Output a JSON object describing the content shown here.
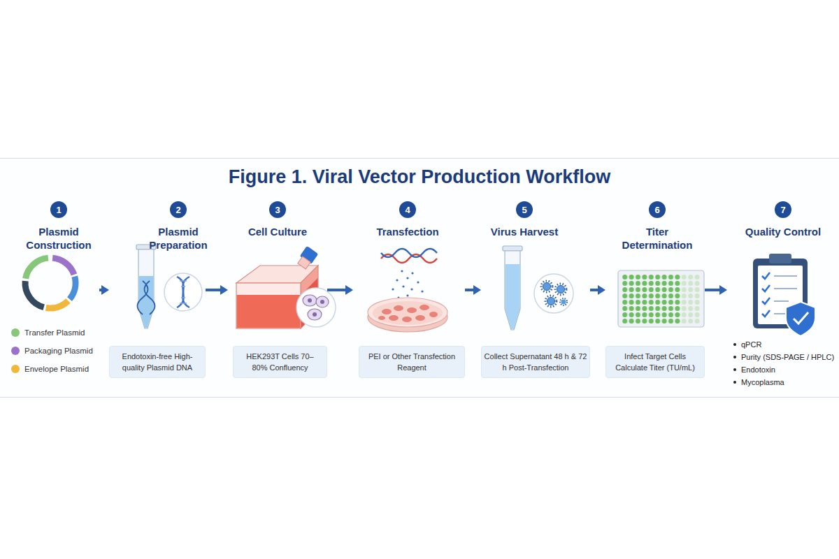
{
  "diagram": {
    "title": "Figure 1. Viral Vector Production Workflow",
    "nodes": [
      {
        "text": [
          "Plasmid Construction"
        ]
      },
      {
        "text": [
          "1"
        ],
        "in": 0
      },
      {
        "text": [
          "Plasmid Preparation"
        ]
      },
      {
        "text": [
          "2"
        ],
        "in": 2
      },
      {
        "text": [
          "Endotoxin-free High-quality Plasmid DNA"
        ],
        "in": 2
      },
      {
        "text": [
          "Cell Culture"
        ]
      },
      {
        "text": [
          "3"
        ],
        "in": 5
      },
      {
        "text": [
          "HEK293T Cells 70–80% Confluency"
        ],
        "in": 5
      },
      {
        "text": [
          "Transfection"
        ]
      },
      {
        "text": [
          "4"
        ],
        "in": 8
      },
      {
        "text": [
          "PEI or Other Transfection Reagent"
        ],
        "in": 8
      },
      {
        "text": [
          "Virus Harvest"
        ]
      },
      {
        "text": [
          "5"
        ],
        "in": 11
      },
      {
        "text": [
          "Collect Supernatant 48 h & 72 h Post-Transfection"
        ],
        "in": 11
      },
      {
        "text": [
          "Titer Determination"
        ]
      },
      {
        "text": [
          "6"
        ],
        "in": 14
      },
      {
        "text": [
          "Infect Target Cells Calculate Titer (TU/mL)"
        ],
        "in": 14
      },
      {
        "text": [
          "Quality Control",
          "qPCR",
          "Purity (SDS-PAGE / HPLC)",
          "Endotoxin",
          "Mycoplasma"
        ]
      },
      {
        "text": [
          "7"
        ],
        "in": 17
      }
    ],
    "edges": [
      {
        "from": 0,
        "to": 2,
        "arrow": "to"
      },
      {
        "from": 2,
        "to": 5,
        "arrow": "to"
      },
      {
        "from": 5,
        "to": 8,
        "arrow": "to"
      },
      {
        "from": 8,
        "to": 11,
        "arrow": "to"
      },
      {
        "from": 11,
        "to": 14,
        "arrow": "to"
      },
      {
        "from": 14,
        "to": 17,
        "arrow": "to"
      }
    ],
    "legend": [
      {
        "text": "Transfer Plasmid",
        "color": "#86c77a"
      },
      {
        "text": "Packaging Plasmid",
        "color": "#9b72c9"
      },
      {
        "text": "Envelope Plasmid",
        "color": "#f0b73a"
      }
    ]
  }
}
